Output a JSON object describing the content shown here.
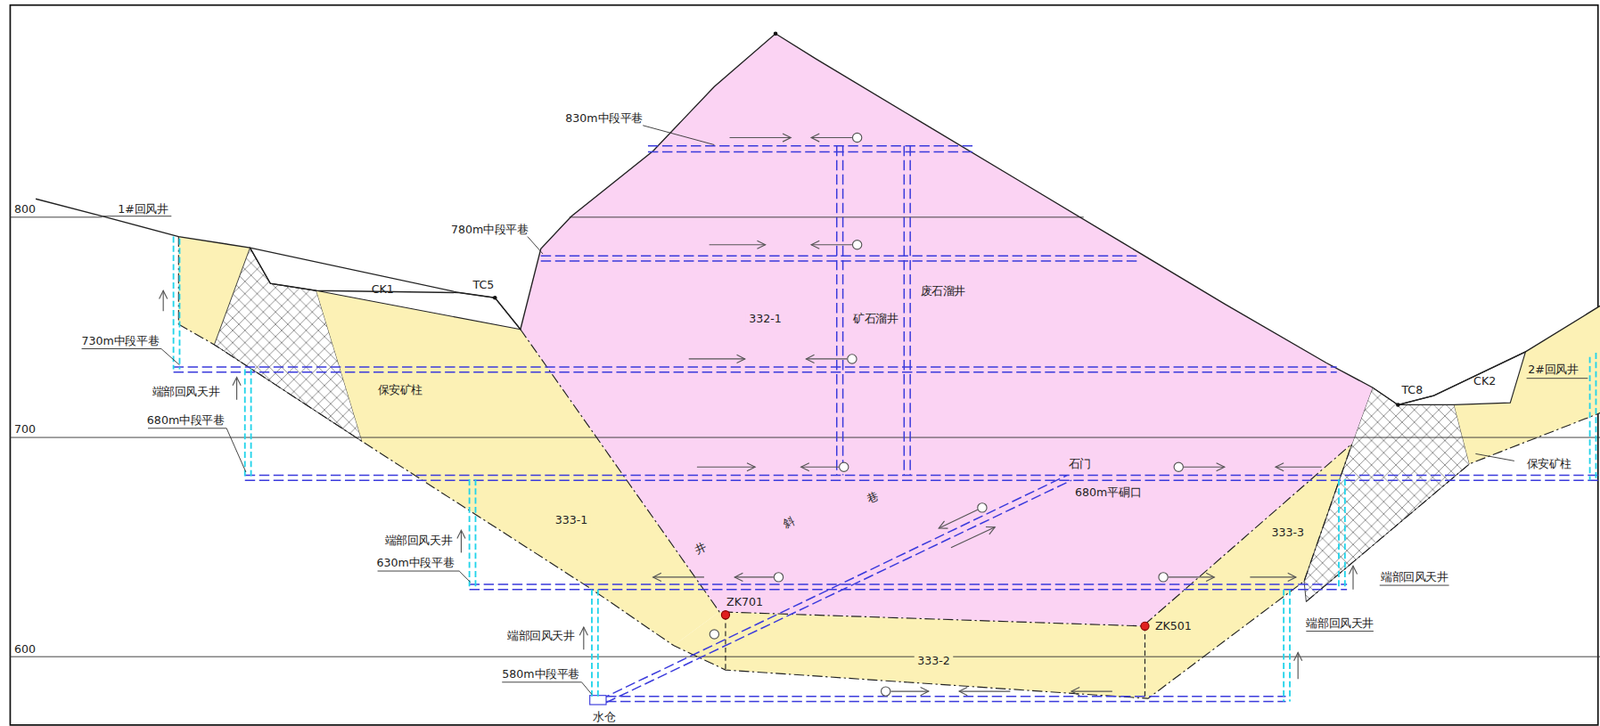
{
  "diagram": {
    "nodes": [
      {
        "text": [
          "332-1"
        ]
      },
      {
        "text": [
          "333-1"
        ]
      },
      {
        "text": [
          "333-3"
        ]
      },
      {
        "text": [
          "333-2"
        ]
      }
    ],
    "labels": [
      "800",
      "700",
      "600",
      "830m中段平巷",
      "780m中段平巷",
      "1#回风井",
      "CK1",
      "TC5",
      "矿石溜井",
      "废石溜井",
      "730m中段平巷",
      "端部回风天井",
      "保安矿柱",
      "680m中段平巷",
      "TC8",
      "CK2",
      "2#回风井",
      "保安矿柱",
      "石门",
      "680m平硐口",
      "端部回风天井",
      "630m中段平巷",
      "井",
      "斜",
      "巷",
      "端部回风天井",
      "端部回风天井",
      "ZK701",
      "ZK501",
      "端部回风天井",
      "580m中段平巷",
      "水仓"
    ]
  }
}
